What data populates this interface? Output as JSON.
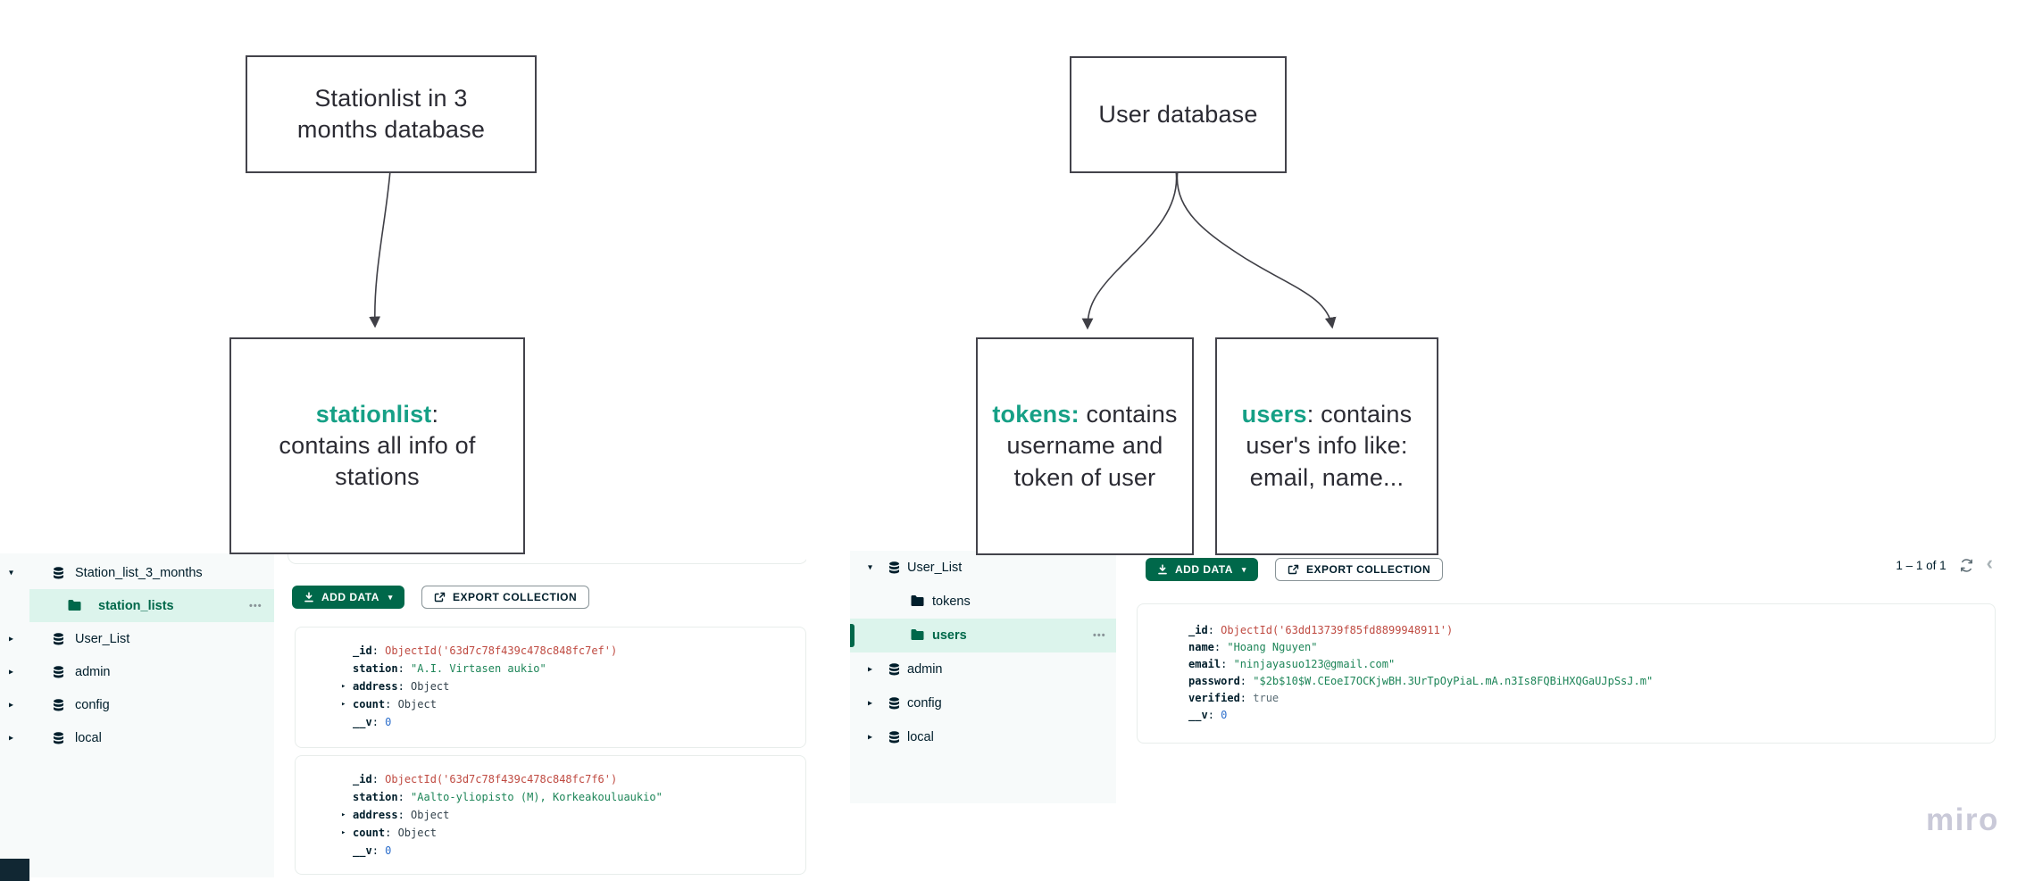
{
  "watermark": "miro",
  "colors": {
    "diagram_teal": "#16a086",
    "compass_green": "#00684a",
    "sidebar_highlight_mint": "#dcf4ec",
    "objectid_red": "#bf4a41",
    "string_green": "#1d8558",
    "number_blue": "#2c6ecb",
    "text_navy": "#001e2b"
  },
  "icons": {
    "add_data_button": "download-icon",
    "export_button": "export-icon",
    "sidebar_db": "database-icon",
    "sidebar_collection": "folder-icon",
    "sidebar_menu": "ellipsis-icon",
    "pagination": [
      "refresh-icon",
      "chevron-left-icon"
    ]
  },
  "diagram": {
    "left": {
      "top_box": "Stationlist in 3\nmonths database",
      "child_box": {
        "highlight": "stationlist",
        "rest": ":\ncontains all info of\nstations"
      }
    },
    "right": {
      "top_box": "User database",
      "tokens_box": {
        "highlight": "tokens:",
        "rest": " contains\nusername and\ntoken of user"
      },
      "users_box": {
        "highlight": "users",
        "rest": ": contains\nuser's info like:\nemail, name..."
      }
    }
  },
  "compass_left": {
    "toolbar": {
      "add_data": "ADD DATA",
      "export_collection": "EXPORT COLLECTION"
    },
    "sidebar": [
      {
        "kind": "db",
        "label": "Station_list_3_months",
        "caret": "expanded"
      },
      {
        "kind": "collection",
        "label": "station_lists",
        "active": true,
        "menu": "•••"
      },
      {
        "kind": "db",
        "label": "User_List",
        "caret": "collapsed"
      },
      {
        "kind": "db",
        "label": "admin",
        "caret": "collapsed"
      },
      {
        "kind": "db",
        "label": "config",
        "caret": "collapsed"
      },
      {
        "kind": "db",
        "label": "local",
        "caret": "collapsed"
      }
    ],
    "documents": [
      [
        {
          "key": "_id",
          "value": "ObjectId('63d7c78f439c478c848fc7ef')",
          "type": "objectid"
        },
        {
          "key": "station",
          "value": "\"A.I. Virtasen aukio\"",
          "type": "string"
        },
        {
          "key": "address",
          "value": "Object",
          "type": "object",
          "expandable": true
        },
        {
          "key": "count",
          "value": "Object",
          "type": "object",
          "expandable": true
        },
        {
          "key": "__v",
          "value": "0",
          "type": "number"
        }
      ],
      [
        {
          "key": "_id",
          "value": "ObjectId('63d7c78f439c478c848fc7f6')",
          "type": "objectid"
        },
        {
          "key": "station",
          "value": "\"Aalto-yliopisto (M), Korkeakouluaukio\"",
          "type": "string"
        },
        {
          "key": "address",
          "value": "Object",
          "type": "object",
          "expandable": true
        },
        {
          "key": "count",
          "value": "Object",
          "type": "object",
          "expandable": true
        },
        {
          "key": "__v",
          "value": "0",
          "type": "number"
        }
      ]
    ]
  },
  "compass_right": {
    "toolbar": {
      "add_data": "ADD DATA",
      "export_collection": "EXPORT COLLECTION"
    },
    "pagination": {
      "range": "1 – 1 of 1"
    },
    "sidebar": [
      {
        "kind": "db",
        "label": "User_List",
        "caret": "expanded"
      },
      {
        "kind": "collection",
        "label": "tokens"
      },
      {
        "kind": "collection",
        "label": "users",
        "active": true,
        "menu": "•••"
      },
      {
        "kind": "db",
        "label": "admin",
        "caret": "collapsed"
      },
      {
        "kind": "db",
        "label": "config",
        "caret": "collapsed"
      },
      {
        "kind": "db",
        "label": "local",
        "caret": "collapsed"
      }
    ],
    "documents": [
      [
        {
          "key": "_id",
          "value": "ObjectId('63dd13739f85fd8899948911')",
          "type": "objectid"
        },
        {
          "key": "name",
          "value": "\"Hoang Nguyen\"",
          "type": "string"
        },
        {
          "key": "email",
          "value": "\"ninjayasuo123@gmail.com\"",
          "type": "string"
        },
        {
          "key": "password",
          "value": "\"$2b$10$W.CEoeI7OCKjwBH.3UrTpOyPiaL.mA.n3Is8FQBiHXQGaUJpSsJ.m\"",
          "type": "string"
        },
        {
          "key": "verified",
          "value": "true",
          "type": "boolean"
        },
        {
          "key": "__v",
          "value": "0",
          "type": "number"
        }
      ]
    ]
  }
}
